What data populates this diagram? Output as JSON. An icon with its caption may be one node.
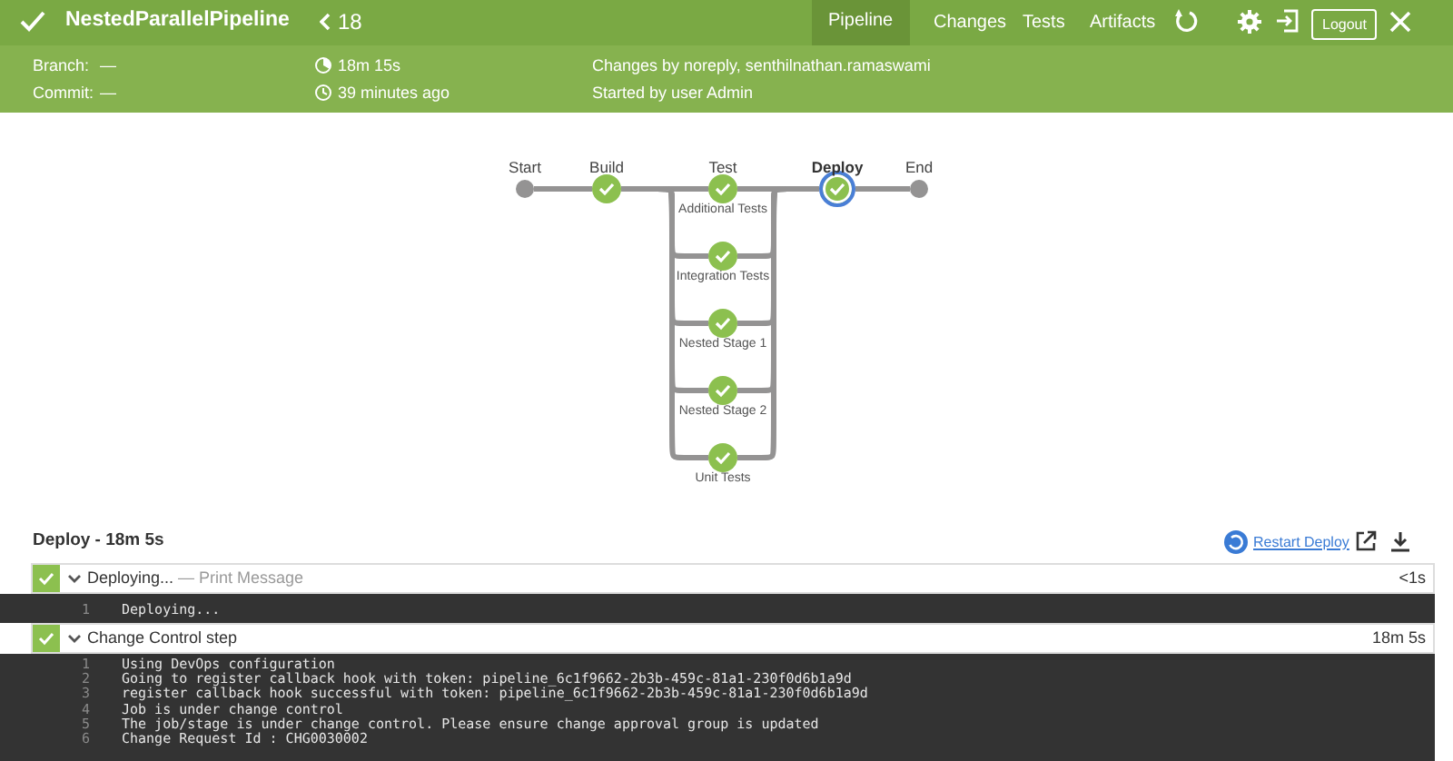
{
  "diagram": {
    "nodes": [
      {
        "text": [],
        "shape": "circle",
        "beside": [
          "Start"
        ]
      },
      {
        "text": [],
        "shape": "circle",
        "beside": [
          "Build"
        ]
      },
      {
        "text": [],
        "shape": "circle",
        "beside": [
          "Test",
          "Additional Tests"
        ]
      },
      {
        "text": [],
        "shape": "circle",
        "beside": [
          "Deploy"
        ]
      },
      {
        "text": [],
        "shape": "circle",
        "beside": [
          "End"
        ]
      },
      {
        "text": [],
        "shape": "circle",
        "beside": [
          "Integration Tests"
        ]
      },
      {
        "text": [],
        "shape": "circle",
        "beside": [
          "Nested Stage 1"
        ]
      },
      {
        "text": [],
        "shape": "circle",
        "beside": [
          "Nested Stage 2"
        ]
      },
      {
        "text": [],
        "shape": "circle",
        "beside": [
          "Unit Tests"
        ]
      }
    ],
    "edges": [
      {
        "from": 0,
        "to": 1,
        "arrow": "none"
      },
      {
        "from": 1,
        "to": 2,
        "arrow": "none"
      },
      {
        "from": 1,
        "to": 5,
        "arrow": "none"
      },
      {
        "from": 1,
        "to": 6,
        "arrow": "none"
      },
      {
        "from": 1,
        "to": 7,
        "arrow": "none"
      },
      {
        "from": 1,
        "to": 8,
        "arrow": "none"
      },
      {
        "from": 2,
        "to": 3,
        "arrow": "none"
      },
      {
        "from": 5,
        "to": 3,
        "arrow": "none"
      },
      {
        "from": 6,
        "to": 3,
        "arrow": "none"
      },
      {
        "from": 7,
        "to": 3,
        "arrow": "none"
      },
      {
        "from": 8,
        "to": 3,
        "arrow": "none"
      },
      {
        "from": 3,
        "to": 4,
        "arrow": "none"
      }
    ],
    "labels": [
      "NestedParallelPipeline",
      "18",
      "Pipeline",
      "Changes",
      "Tests",
      "Artifacts",
      "Logout",
      "Branch:",
      "—",
      "Commit:",
      "—",
      "18m 15s",
      "39 minutes ago",
      "Changes by noreply, senthilnathan.ramaswami",
      "Started by user Admin",
      "Deploy - 18m 5s",
      "Restart Deploy",
      "Deploying...",
      "— Print Message",
      "<1s",
      "1",
      "Deploying...",
      "Change Control step",
      "18m 5s",
      "1",
      "Using DevOps configuration",
      "2",
      "Going to register callback hook with token: pipeline_6c1f9662-2b3b-459c-81a1-230f0d6b1a9d",
      "3",
      "register callback hook successful with token: pipeline_6c1f9662-2b3b-459c-81a1-230f0d6b1a9d",
      "4",
      "Job is under change control",
      "5",
      "The job/stage is under change control. Please ensure change approval group is updated",
      "6",
      "Change Request Id : CHG0030002"
    ]
  }
}
